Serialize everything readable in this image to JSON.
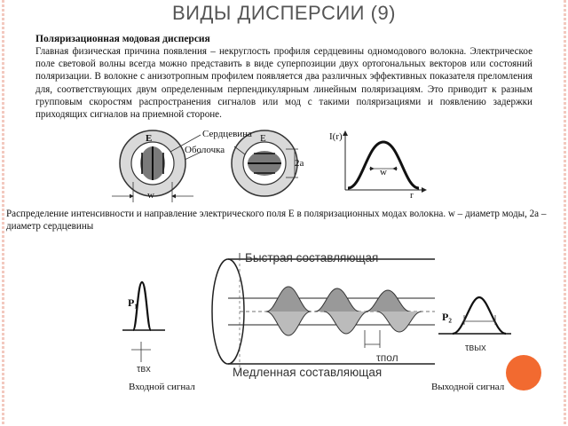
{
  "title": "ВИДЫ ДИСПЕРСИИ (9)",
  "subtitle": "Поляризационная модовая дисперсия",
  "paragraph": "Главная физическая причина появления – некруглость профиля сердцевины одномодового волокна. Электрическое поле световой волны всегда можно представить в виде суперпозиции двух ортогональных векторов или состояний поляризации. В волокне с анизотропным профилем появляется два различных эффективных показателя преломления для, соответствующих двум определенным перпендикулярным линейным поляризациям. Это приводит к разным групповым скоростям распространения сигналов или мод с такими поляризациями и появлению задержки приходящих сигналов на приемной стороне.",
  "figure_top": {
    "label_core": "Сердцевина",
    "label_cladding": "Оболочка",
    "label_E1": "E",
    "label_E2": "E",
    "label_w": "w",
    "label_2a": "2a",
    "label_I": "I(r)",
    "label_w2": "w",
    "label_r": "r"
  },
  "caption": "Распределение интенсивности и направление электрического поля E в поляризационных модах волокна. w – диаметр моды, 2a – диаметр сердцевины",
  "figure_bottom": {
    "fast": "Быстрая составляющая",
    "slow": "Медленная составляющая",
    "p1": "P₁",
    "p2": "P₂",
    "tau_in": "τвх",
    "tau_out": "τвых",
    "tau_pol": "τпол",
    "input": "Входной сигнал",
    "output": "Выходной сигнал"
  },
  "accent_color": "#f26a30",
  "frame_color": "#f3c9bf"
}
